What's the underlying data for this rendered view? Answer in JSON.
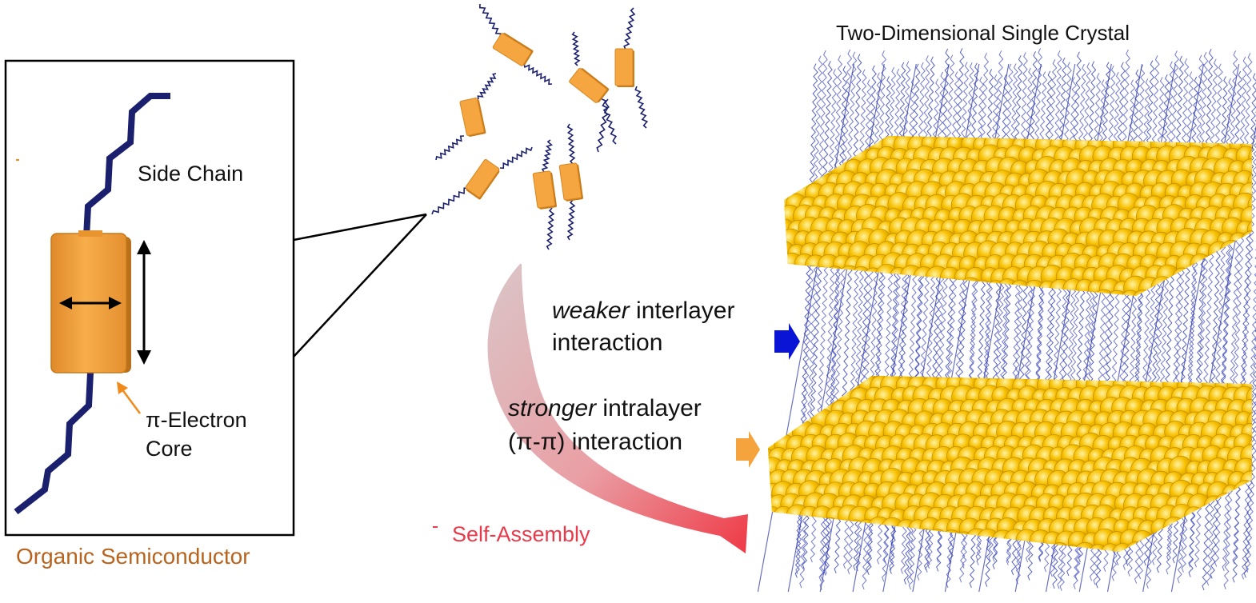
{
  "crystal": {
    "title": "Two-Dimensional Single Crystal",
    "weaker": {
      "emph": "weaker",
      "rest": " interlayer",
      "line2": "interaction"
    },
    "stronger": {
      "emph": "stronger",
      "rest": " intralayer",
      "line2": "(π-π) interaction"
    }
  },
  "molecule": {
    "side_chain": "Side Chain",
    "core_line1": "π-Electron",
    "core_line2": "Core",
    "caption": "Organic Semiconductor"
  },
  "process": {
    "label": "Self-Assembly"
  },
  "colors": {
    "chain": "#1a1f6e",
    "core": "#f2a23c",
    "core_edge": "#c67a1a",
    "crystal": "#f5b800",
    "weak_arrow": "#0a14d6",
    "strong_arrow": "#f5a33c",
    "assembly": "#e83a4a",
    "caption": "#b8641e",
    "pointer": "#f08a1a"
  }
}
